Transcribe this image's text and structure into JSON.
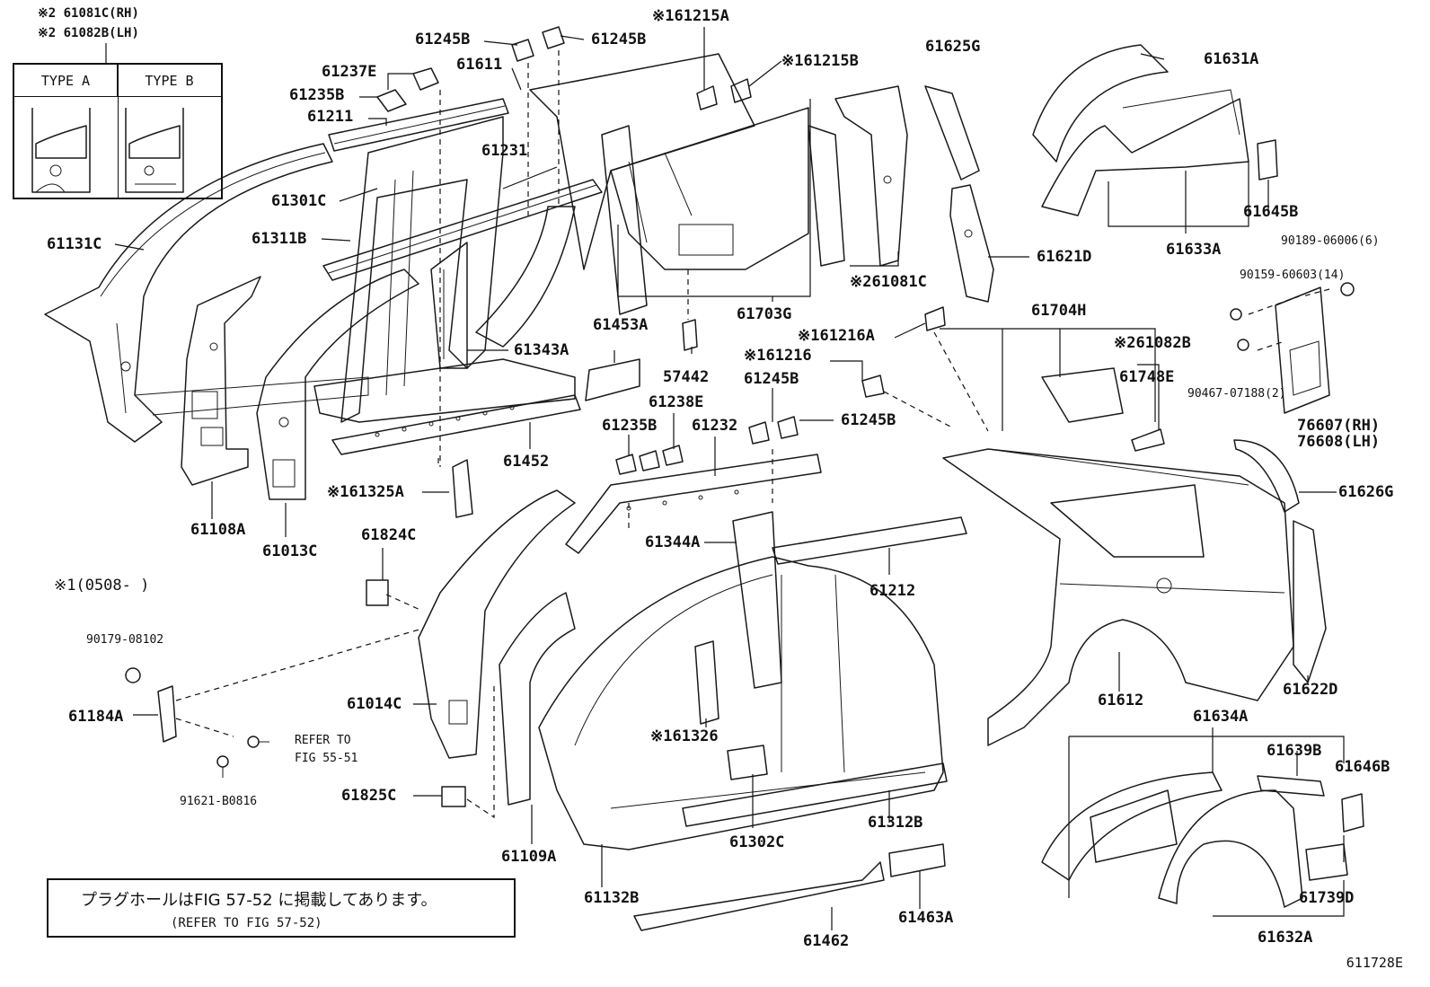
{
  "type_note": {
    "line1": "※2 61081C(RH)",
    "line2": "※2 61082B(LH)",
    "type_a": "TYPE A",
    "type_b": "TYPE B"
  },
  "labels": {
    "p61245B_top_left": "61245B",
    "p61245B_top_right": "61245B",
    "p161215A": "※161215A",
    "p161215B": "※161215B",
    "p61625G": "61625G",
    "p61631A": "61631A",
    "p61237E": "61237E",
    "p61611": "61611",
    "p61235B_top": "61235B",
    "p61211": "61211",
    "p61231": "61231",
    "p61301C": "61301C",
    "p61131C": "61131C",
    "p61311B": "61311B",
    "p61645B": "61645B",
    "p61633A": "61633A",
    "p61621D": "61621D",
    "p261081C": "※261081C",
    "p61703G": "61703G",
    "p61343A": "61343A",
    "p61453A": "61453A",
    "p57442": "57442",
    "p161216A": "※161216A",
    "p61704H": "61704H",
    "p261082B": "※261082B",
    "p161216": "※161216",
    "p61245B_mid": "61245B",
    "p61238E": "61238E",
    "p61748E": "61748E",
    "p61235B_mid": "61235B",
    "p61232": "61232",
    "p61245B_mid2": "61245B",
    "p76607": "76607(RH)",
    "p76608": "76608(LH)",
    "p61452": "61452",
    "p161325A": "※161325A",
    "p61626G": "61626G",
    "p61108A": "61108A",
    "p61013C": "61013C",
    "p61824C": "61824C",
    "p61344A": "61344A",
    "p61212": "61212",
    "p61014C": "61014C",
    "p61612": "61612",
    "p61622D": "61622D",
    "p161326": "※161326",
    "p61634A": "61634A",
    "p61639B": "61639B",
    "p61646B": "61646B",
    "p61184A": "61184A",
    "p61825C": "61825C",
    "p61312B": "61312B",
    "p61302C": "61302C",
    "p61109A": "61109A",
    "p61132B": "61132B",
    "p61462": "61462",
    "p61463A": "61463A",
    "p61739D": "61739D",
    "p61632A": "61632A"
  },
  "fasteners": {
    "f90189": "90189-06006(6)",
    "f90159": "90159-60603(14)",
    "f90467": "90467-07188(2)",
    "f90179": "90179-08102",
    "f91621": "91621-B0816",
    "refer_line1": "REFER TO",
    "refer_line2": "FIG 55-51"
  },
  "period_note": "※1(0508-      )",
  "note_box": {
    "jp": "プラグホールはFIG 57-52 に掲載してあります。",
    "en": "(REFER TO FIG 57-52)"
  },
  "figure_code": "611728E"
}
